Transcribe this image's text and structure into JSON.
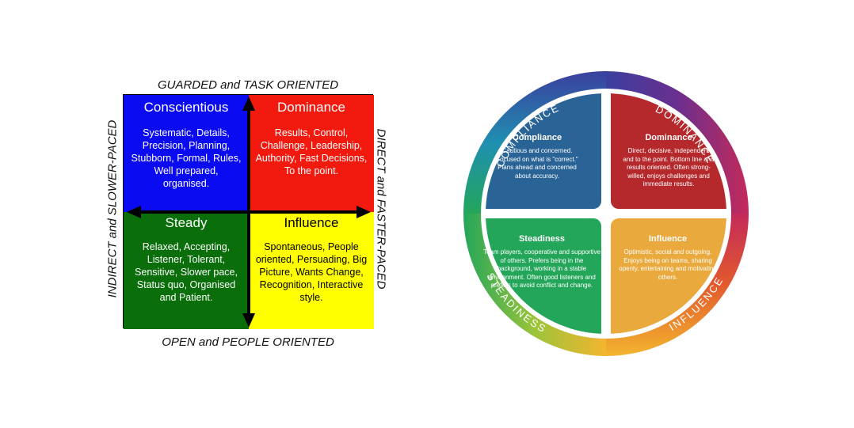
{
  "disc_grid": {
    "axis_top": "GUARDED and TASK ORIENTED",
    "axis_bottom": "OPEN and PEOPLE ORIENTED",
    "axis_left": "INDIRECT and SLOWER-PACED",
    "axis_right": "DIRECT and FASTER-PACED",
    "conscientious": {
      "title": "Conscientious",
      "body": "Systematic, Details, Precision, Planning, Stubborn, Formal, Rules, Well prepared, organised.",
      "color": "#0b0bf2"
    },
    "dominance": {
      "title": "Dominance",
      "body": "Results, Control, Challenge, Leadership, Authority, Fast Decisions, To the point.",
      "color": "#f21a0f"
    },
    "steady": {
      "title": "Steady",
      "body": "Relaxed, Accepting, Listener, Tolerant, Sensitive, Slower pace, Status quo, Organised and Patient.",
      "color": "#0a6e0a"
    },
    "influence": {
      "title": "Influence",
      "body": "Spontaneous, People oriented, Persuading, Big Picture, Wants Change, Recognition, Interactive style.",
      "color": "#ffff00"
    }
  },
  "disc_wheel": {
    "ring_labels": {
      "compliance": "COMPLIANCE",
      "dominance": "DOMINANCE",
      "steadiness": "STEADINESS",
      "influence": "INFLUENCE"
    },
    "compliance": {
      "title": "Compliance",
      "body": "Cautious and concerned. Focused on what is \"correct.\" Plans ahead and concerned about accuracy.",
      "color": "#2a6496"
    },
    "dominance": {
      "title": "Dominance",
      "body": "Direct, decisive, independent and to the point. Bottom line and results oriented. Often strong-willed, enjoys challenges and immediate results.",
      "color": "#b5282c"
    },
    "steadiness": {
      "title": "Steadiness",
      "body": "Team players, cooperative and supportive of others. Prefers being in the background, working in a stable environment. Often good listeners and prefers to avoid conflict and change.",
      "color": "#23a65a"
    },
    "influence": {
      "title": "Influence",
      "body": "Optimistic, social and outgoing. Enjoys being on teams, sharing openly, entertaining and motivating others.",
      "color": "#e9a93c"
    }
  }
}
